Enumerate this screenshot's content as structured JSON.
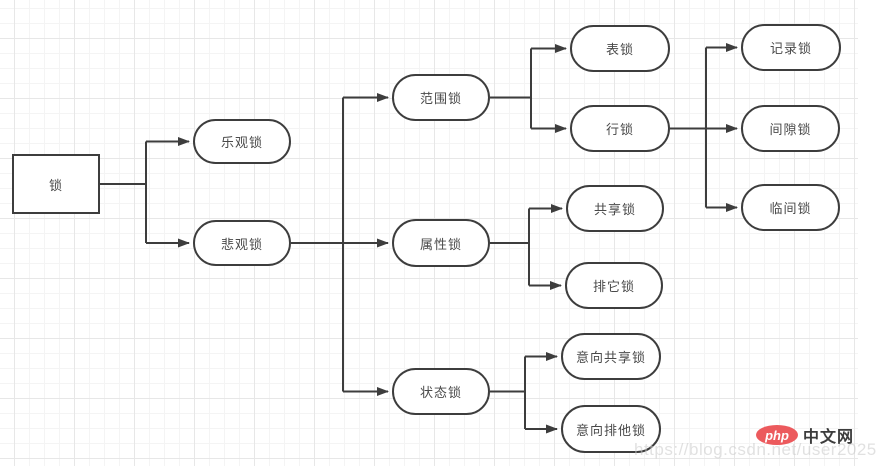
{
  "diagram": {
    "nodes": {
      "root": {
        "label": "锁"
      },
      "optimistic": {
        "label": "乐观锁"
      },
      "pessimistic": {
        "label": "悲观锁"
      },
      "range": {
        "label": "范围锁"
      },
      "attribute": {
        "label": "属性锁"
      },
      "state": {
        "label": "状态锁"
      },
      "table": {
        "label": "表锁"
      },
      "row": {
        "label": "行锁"
      },
      "record": {
        "label": "记录锁"
      },
      "gap": {
        "label": "间隙锁"
      },
      "next_key": {
        "label": "临间锁"
      },
      "shared": {
        "label": "共享锁"
      },
      "exclusive": {
        "label": "排它锁"
      },
      "intention_shared": {
        "label": "意向共享锁"
      },
      "intention_exclusive": {
        "label": "意向排他锁"
      }
    },
    "edges": [
      {
        "from": "锁",
        "to": "乐观锁"
      },
      {
        "from": "锁",
        "to": "悲观锁"
      },
      {
        "from": "悲观锁",
        "to": "范围锁"
      },
      {
        "from": "悲观锁",
        "to": "属性锁"
      },
      {
        "from": "悲观锁",
        "to": "状态锁"
      },
      {
        "from": "范围锁",
        "to": "表锁"
      },
      {
        "from": "范围锁",
        "to": "行锁"
      },
      {
        "from": "行锁",
        "to": "记录锁"
      },
      {
        "from": "行锁",
        "to": "间隙锁"
      },
      {
        "from": "行锁",
        "to": "临间锁"
      },
      {
        "from": "属性锁",
        "to": "共享锁"
      },
      {
        "from": "属性锁",
        "to": "排它锁"
      },
      {
        "from": "状态锁",
        "to": "意向共享锁"
      },
      {
        "from": "状态锁",
        "to": "意向排他锁"
      }
    ],
    "line_color": "#3d3d3d"
  },
  "watermark": {
    "text": "https://blog.csdn.net/user2025"
  },
  "logo": {
    "brand": "php",
    "site_name": "中文网",
    "brand_color": "#ec5a5d"
  }
}
